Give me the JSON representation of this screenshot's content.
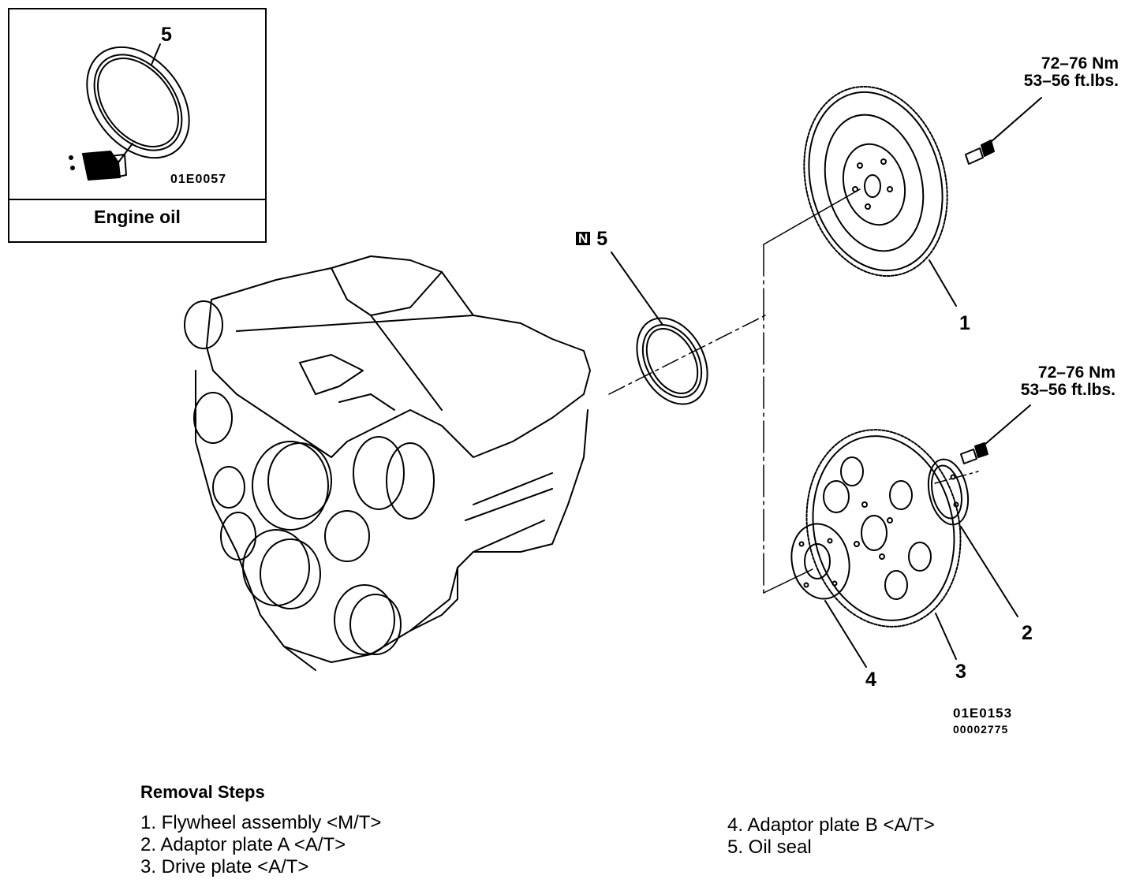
{
  "inset": {
    "part_label": "5",
    "code": "01E0057",
    "caption": "Engine oil"
  },
  "callouts": {
    "c1": "1",
    "c2": "2",
    "c3": "3",
    "c4": "4",
    "c5_badge": "N",
    "c5": "5"
  },
  "torque_top": {
    "nm": "72–76 Nm",
    "ftlbs": "53–56 ft.lbs."
  },
  "torque_bottom": {
    "nm": "72–76 Nm",
    "ftlbs": "53–56 ft.lbs."
  },
  "figure_codes": {
    "main": "01E0153",
    "sub": "00002775"
  },
  "removal_steps": {
    "title": "Removal Steps",
    "items": [
      "1. Flywheel assembly <M/T>",
      "2. Adaptor plate A <A/T>",
      "3. Drive plate <A/T>",
      "4. Adaptor plate B <A/T>",
      "5. Oil seal"
    ]
  }
}
